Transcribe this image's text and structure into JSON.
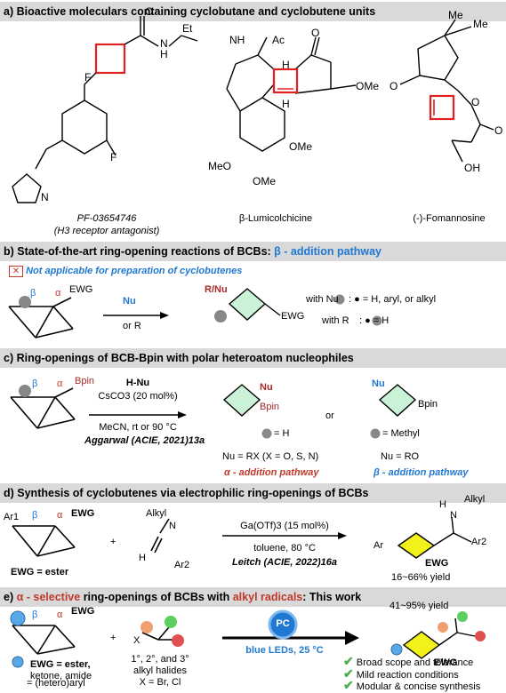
{
  "sections": {
    "a": {
      "title": "a) Bioactive moleculars containing cyclobutane and cyclobutene units",
      "compounds": [
        {
          "name": "PF-03654746",
          "note": "(H3 receptor antagonist)"
        },
        {
          "name": "β-Lumicolchicine"
        },
        {
          "name": "(-)-Fomannosine"
        }
      ],
      "labels": {
        "et": "Et",
        "n": "N",
        "h": "H",
        "o": "O",
        "f": "F",
        "nh": "NH",
        "ac": "Ac",
        "ome": "OMe",
        "meo": "MeO",
        "me": "Me",
        "oh": "OH"
      }
    },
    "b": {
      "title_prefix": "b) State-of-the-art ring-opening reactions of BCBs: ",
      "title_highlight": "β - addition pathway",
      "warning": "Not applicable for preparation of cyclobutenes",
      "warning_icon": "✕",
      "reagent_top": "Nu",
      "reagent_bottom": "or R",
      "product_label": "R/Nu",
      "ewg": "EWG",
      "with_nu": "with Nu",
      "with_nu_value": ": ● = H, aryl, or alkyl",
      "with_r": "with R",
      "with_r_value": ": ● = H"
    },
    "c": {
      "title": "c) Ring-openings of BCB-Bpin with polar heteroatom nucleophiles",
      "reagent": "H-Nu",
      "catalyst": "CsCO3 (20 mol%)",
      "conditions": "MeCN, rt or 90 °C",
      "reference": "Aggarwal (ACIE, 2021)13a",
      "bpin": "Bpin",
      "nu": "Nu",
      "or": "or",
      "left_dot": "= H",
      "right_dot": "= Methyl",
      "left_nu": "Nu = RX  (X = O, S, N)",
      "right_nu": "Nu = RO",
      "left_path": "α - addition pathway",
      "right_path": "β - addition pathway"
    },
    "d": {
      "title": "d) Synthesis of cyclobutenes via electrophilic ring-openings of BCBs",
      "ar1": "Ar1",
      "ewg": "EWG",
      "ewg_def": "EWG = ester",
      "plus": "+",
      "alkyl": "Alkyl",
      "n": "N",
      "h": "H",
      "ar2": "Ar2",
      "catalyst": "Ga(OTf)3 (15 mol%)",
      "conditions": "toluene, 80 °C",
      "reference": "Leitch (ACIE, 2022)16a",
      "yield": "16~66% yield",
      "product_ar": "Ar"
    },
    "e": {
      "title_alpha": "α - selective",
      "title_mid": " ring-openings of BCBs with ",
      "title_alkyl": "alkyl radicals",
      "title_end": ": This work",
      "ewg": "EWG",
      "ewg_def": "EWG = ester,",
      "ewg_def2": "ketone, amide",
      "aryl_def": "= (hetero)aryl",
      "plus": "+",
      "x": "X",
      "halides1": "1°, 2°, and 3°",
      "halides2": "alkyl halides",
      "halides3": "X = Br, Cl",
      "pc": "PC",
      "conditions": "blue LEDs, 25 °C",
      "yield": "41~95% yield",
      "benefits": [
        "Broad scope and tolerance",
        "Mild reaction conditions",
        "Modular & concise synthesis"
      ]
    }
  },
  "colors": {
    "band": "#d9d9d9",
    "blue": "#1f78d1",
    "red": "#c0392b",
    "cyclobutane": "#e02020",
    "green_ring": "#c9f2d6",
    "yellow": "#f2f21a"
  }
}
